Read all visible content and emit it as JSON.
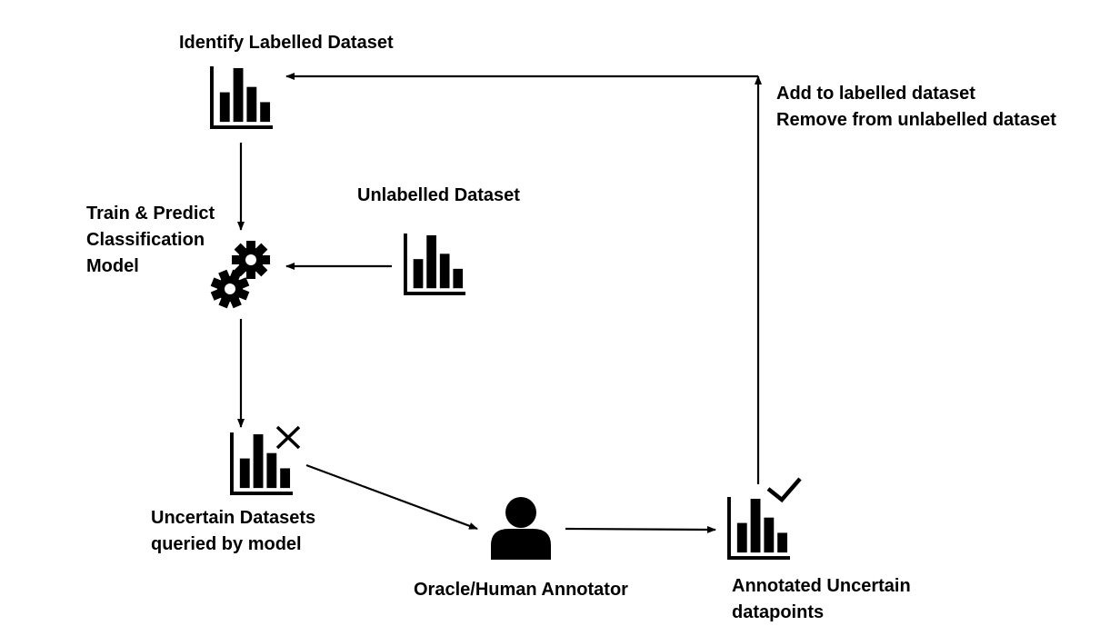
{
  "labels": {
    "identify_labelled": "Identify Labelled Dataset",
    "feedback_line1": "Add to labelled dataset",
    "feedback_line2": "Remove from unlabelled dataset",
    "unlabelled_dataset": "Unlabelled Dataset",
    "train_line1": "Train & Predict",
    "train_line2": "Classification",
    "train_line3": "Model",
    "uncertain_line1": "Uncertain Datasets",
    "uncertain_line2": "queried by model",
    "annotator": "Oracle/Human Annotator",
    "annotated_line1": "Annotated Uncertain",
    "annotated_line2": "datapoints"
  },
  "icons": {
    "labelled": "bar-chart-icon",
    "unlabelled": "bar-chart-icon",
    "model": "gears-icon",
    "uncertain": "bar-chart-x-icon",
    "annotator": "person-icon",
    "annotated": "bar-chart-check-icon"
  },
  "colors": {
    "ink": "#000000",
    "background": "#ffffff"
  }
}
